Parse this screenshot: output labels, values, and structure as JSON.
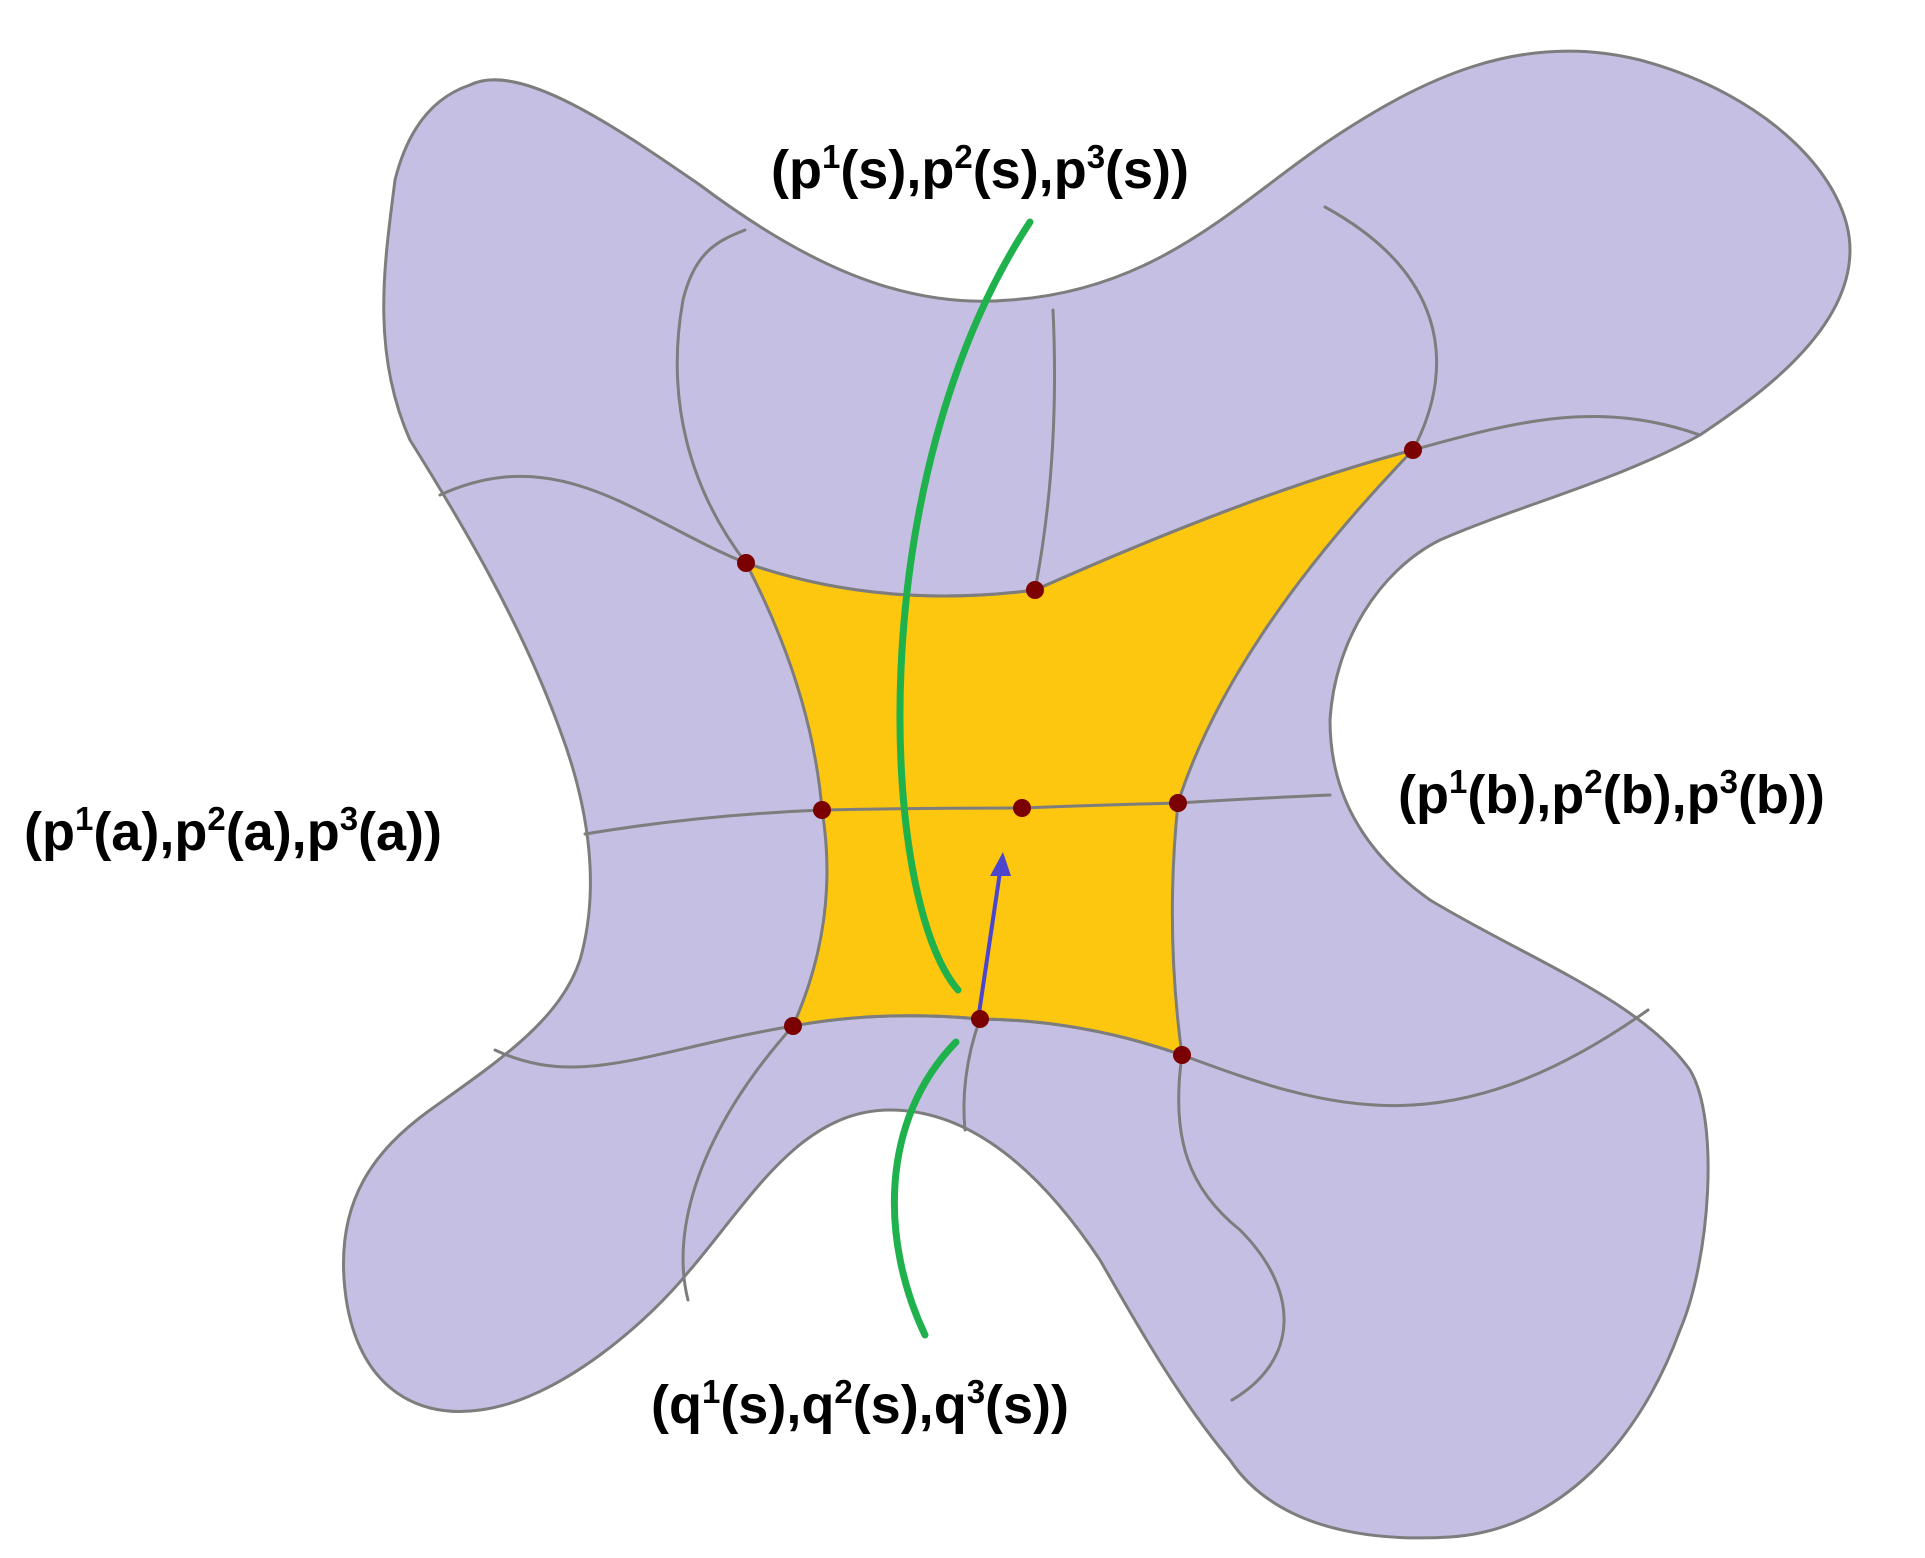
{
  "colors": {
    "surface_fill": "#c6bfe4",
    "surface_edge": "#7d7d7d",
    "patch_fill": "#fdc60f",
    "point": "#7b0000",
    "curve": "#1fb14c",
    "vector": "#4c46cc"
  },
  "labels": {
    "top": {
      "open": "(p",
      "s1": "1",
      "mid1": "(s),p",
      "s2": "2",
      "mid2": "(s),p",
      "s3": "3",
      "close": "(s))"
    },
    "left": {
      "open": "(p",
      "s1": "1",
      "mid1": "(a),p",
      "s2": "2",
      "mid2": "(a),p",
      "s3": "3",
      "close": "(a))"
    },
    "right": {
      "open": "(p",
      "s1": "1",
      "mid1": "(b),p",
      "s2": "2",
      "mid2": "(b),p",
      "s3": "3",
      "close": "(b))"
    },
    "bottom": {
      "open": "(q",
      "s1": "1",
      "mid1": "(s),q",
      "s2": "2",
      "mid2": "(s),q",
      "s3": "3",
      "close": "(s))"
    }
  }
}
